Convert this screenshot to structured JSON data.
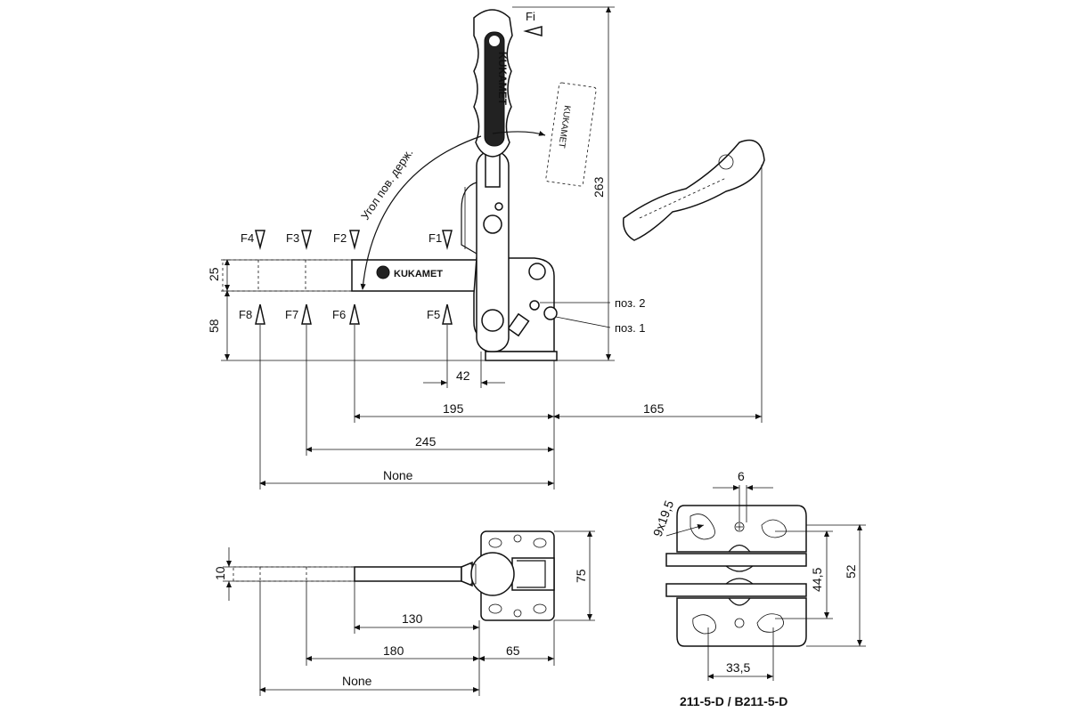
{
  "brand": "KUKAMET",
  "model_caption": "211-5-D / B211-5-D",
  "angle_label": "Угол пов. держ.",
  "positions": {
    "pos1": "поз. 1",
    "pos2": "поз. 2"
  },
  "forces": {
    "fi": "Fi",
    "top": [
      "F4",
      "F3",
      "F2",
      "F1"
    ],
    "bottom": [
      "F8",
      "F7",
      "F6",
      "F5"
    ]
  },
  "side_view_dims": {
    "height_upper": "25",
    "height_lower": "58",
    "overall_height": "263",
    "pin_offset": "42",
    "arm_195": "195",
    "reach_165": "165",
    "arm_245": "245",
    "arm_full": "None"
  },
  "top_view_dims": {
    "bar_thickness": "10",
    "base_width": "75",
    "arm_130": "130",
    "arm_180": "180",
    "base_65": "65",
    "arm_full": "None"
  },
  "base_plate_dims": {
    "slot": "9x19,5",
    "hole": "6",
    "hole_spacing_v": "44,5",
    "plate_height": "52",
    "hole_spacing_h": "33,5"
  }
}
